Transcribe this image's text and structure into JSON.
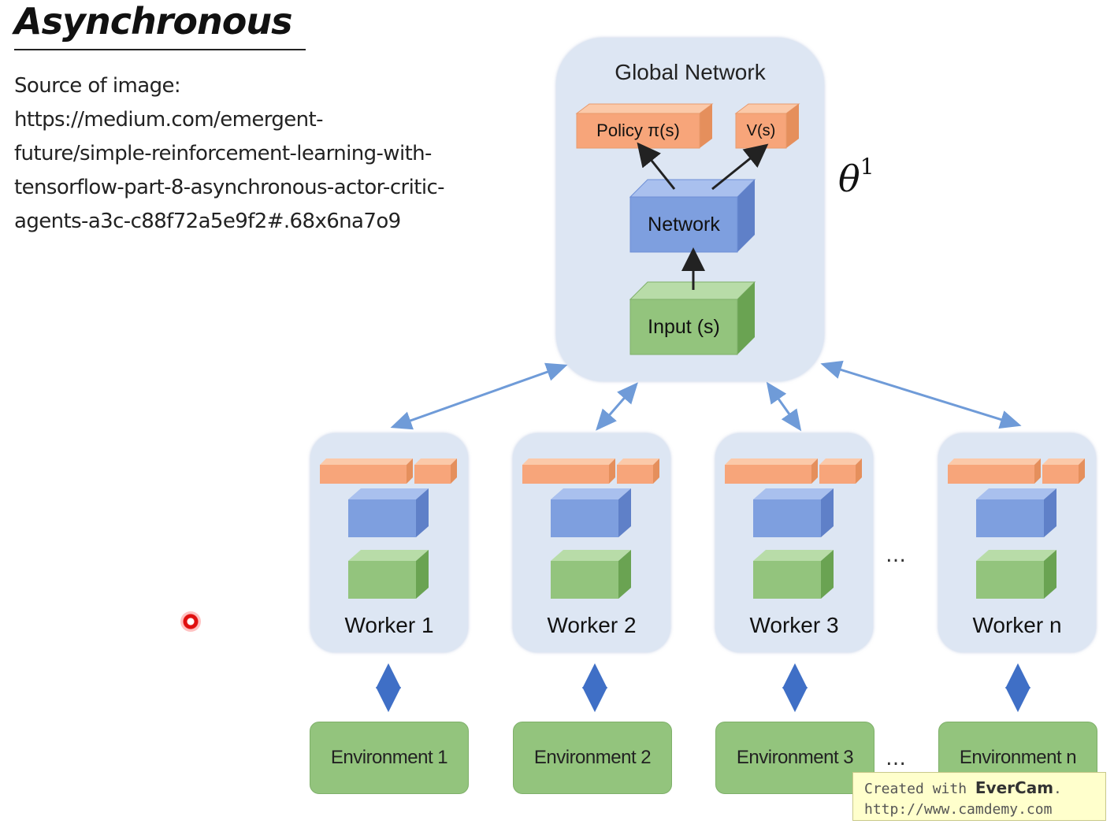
{
  "slide": {
    "title": "Asynchronous",
    "source_lines": [
      "Source of image:",
      "https://medium.com/emergent-",
      "future/simple-reinforcement-learning-with-",
      "tensorflow-part-8-asynchronous-actor-critic-",
      "agents-a3c-c88f72a5e9f2#.68x6na7o9"
    ]
  },
  "global_network": {
    "label": "Global Network",
    "policy_label": "Policy π(s)",
    "value_label": "V(s)",
    "network_label": "Network",
    "input_label": "Input (s)",
    "theta_symbol": "θ",
    "theta_superscript": "1"
  },
  "workers": [
    {
      "label": "Worker 1",
      "environment": "Environment 1"
    },
    {
      "label": "Worker 2",
      "environment": "Environment 2"
    },
    {
      "label": "Worker 3",
      "environment": "Environment 3"
    },
    {
      "label": "Worker n",
      "environment": "Environment n"
    }
  ],
  "ellipsis": "…",
  "watermark": {
    "prefix": "Created with ",
    "brand": "EverCam",
    "suffix": ".",
    "url": "http://www.camdemy.com"
  },
  "colors": {
    "orange": "#f7a57a",
    "blue": "#7e9fdf",
    "green": "#93c47d",
    "panel": "#dde6f3",
    "arrow": "#6f9bd8"
  }
}
